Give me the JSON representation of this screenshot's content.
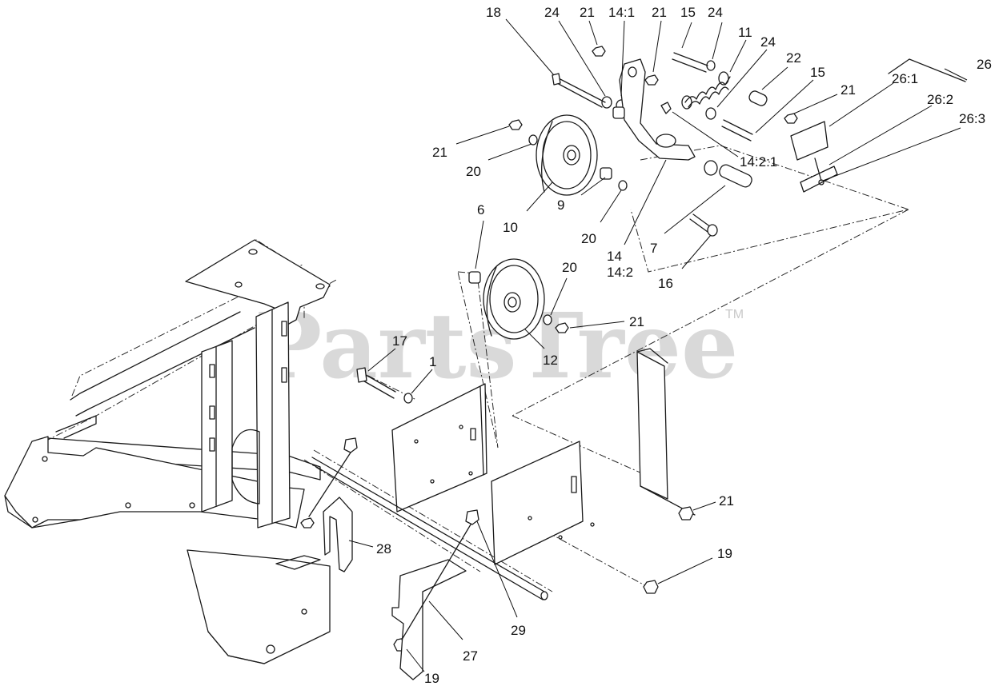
{
  "watermark": {
    "text": "PartsTree",
    "mark": "TM"
  },
  "callouts": [
    {
      "id": "c18",
      "label": "18"
    },
    {
      "id": "c24a",
      "label": "24"
    },
    {
      "id": "c21a",
      "label": "21"
    },
    {
      "id": "c14_1",
      "label": "14:1"
    },
    {
      "id": "c21b",
      "label": "21"
    },
    {
      "id": "c15a",
      "label": "15"
    },
    {
      "id": "c24b",
      "label": "24"
    },
    {
      "id": "c11",
      "label": "11"
    },
    {
      "id": "c24c",
      "label": "24"
    },
    {
      "id": "c22",
      "label": "22"
    },
    {
      "id": "c15b",
      "label": "15"
    },
    {
      "id": "c26",
      "label": "26"
    },
    {
      "id": "c26_1",
      "label": "26:1"
    },
    {
      "id": "c21c",
      "label": "21"
    },
    {
      "id": "c26_2",
      "label": "26:2"
    },
    {
      "id": "c26_3",
      "label": "26:3"
    },
    {
      "id": "c14_2_1",
      "label": "14:2:1"
    },
    {
      "id": "c21d",
      "label": "21"
    },
    {
      "id": "c20a",
      "label": "20"
    },
    {
      "id": "c10",
      "label": "10"
    },
    {
      "id": "c9",
      "label": "9"
    },
    {
      "id": "c20b",
      "label": "20"
    },
    {
      "id": "c14",
      "label": "14"
    },
    {
      "id": "c14_2",
      "label": "14:2"
    },
    {
      "id": "c7",
      "label": "7"
    },
    {
      "id": "c16",
      "label": "16"
    },
    {
      "id": "c6",
      "label": "6"
    },
    {
      "id": "c20c",
      "label": "20"
    },
    {
      "id": "c21e",
      "label": "21"
    },
    {
      "id": "c12",
      "label": "12"
    },
    {
      "id": "c17",
      "label": "17"
    },
    {
      "id": "c1",
      "label": "1"
    },
    {
      "id": "c21f",
      "label": "21"
    },
    {
      "id": "c19a",
      "label": "19"
    },
    {
      "id": "c28",
      "label": "28"
    },
    {
      "id": "c29",
      "label": "29"
    },
    {
      "id": "c27",
      "label": "27"
    },
    {
      "id": "c19b",
      "label": "19"
    }
  ]
}
